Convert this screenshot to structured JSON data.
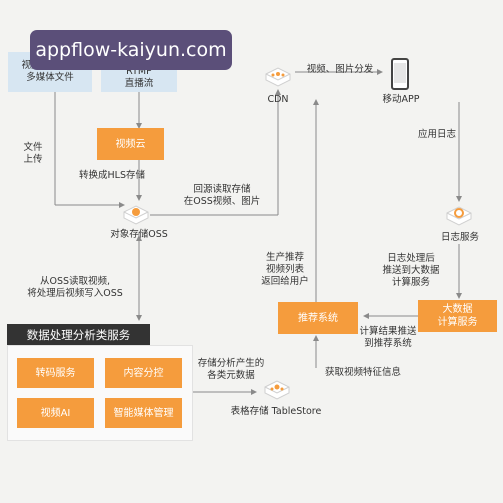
{
  "watermark": "appflow-kaiyun.com",
  "sources": {
    "media_files": "视频、图片等\n多媒体文件",
    "rtmp": "RTMP\n直播流"
  },
  "nodes": {
    "video_cloud": "视频云",
    "oss": "对象存储OSS",
    "cdn": "CDN",
    "mobile_app": "移动APP",
    "log_service": "日志服务",
    "big_data": "大数据\n计算服务",
    "recommend": "推荐系统",
    "tablestore": "表格存储 TableStore"
  },
  "edge_labels": {
    "file_upload": "文件\n上传",
    "to_hls": "转换成HLS存储",
    "back_to_source": "回源读取存储\n在OSS视频、图片",
    "distribute": "视频、图片分发",
    "app_log": "应用日志",
    "log_processed": "日志处理后\n推送到大数据\n计算服务",
    "recommend_list": "生产推荐\n视频列表\n返回给用户",
    "read_oss": "从OSS读取视频,\n将处理后视频写入OSS",
    "metadata": "存储分析产生的\n各类元数据",
    "result_push": "计算结果推送\n到推荐系统",
    "get_features": "获取视频特征信息"
  },
  "data_processing": {
    "title": "数据处理分析类服务",
    "services": [
      "转码服务",
      "内容分控",
      "视频AI",
      "智能媒体管理"
    ]
  },
  "colors": {
    "orange": "#f59c3d",
    "line": "#8a8a8a",
    "dark": "#333333"
  },
  "icons": [
    "storage-node-icon",
    "cdn-node-icon",
    "mobile-phone-icon",
    "log-service-icon",
    "tablestore-icon"
  ]
}
